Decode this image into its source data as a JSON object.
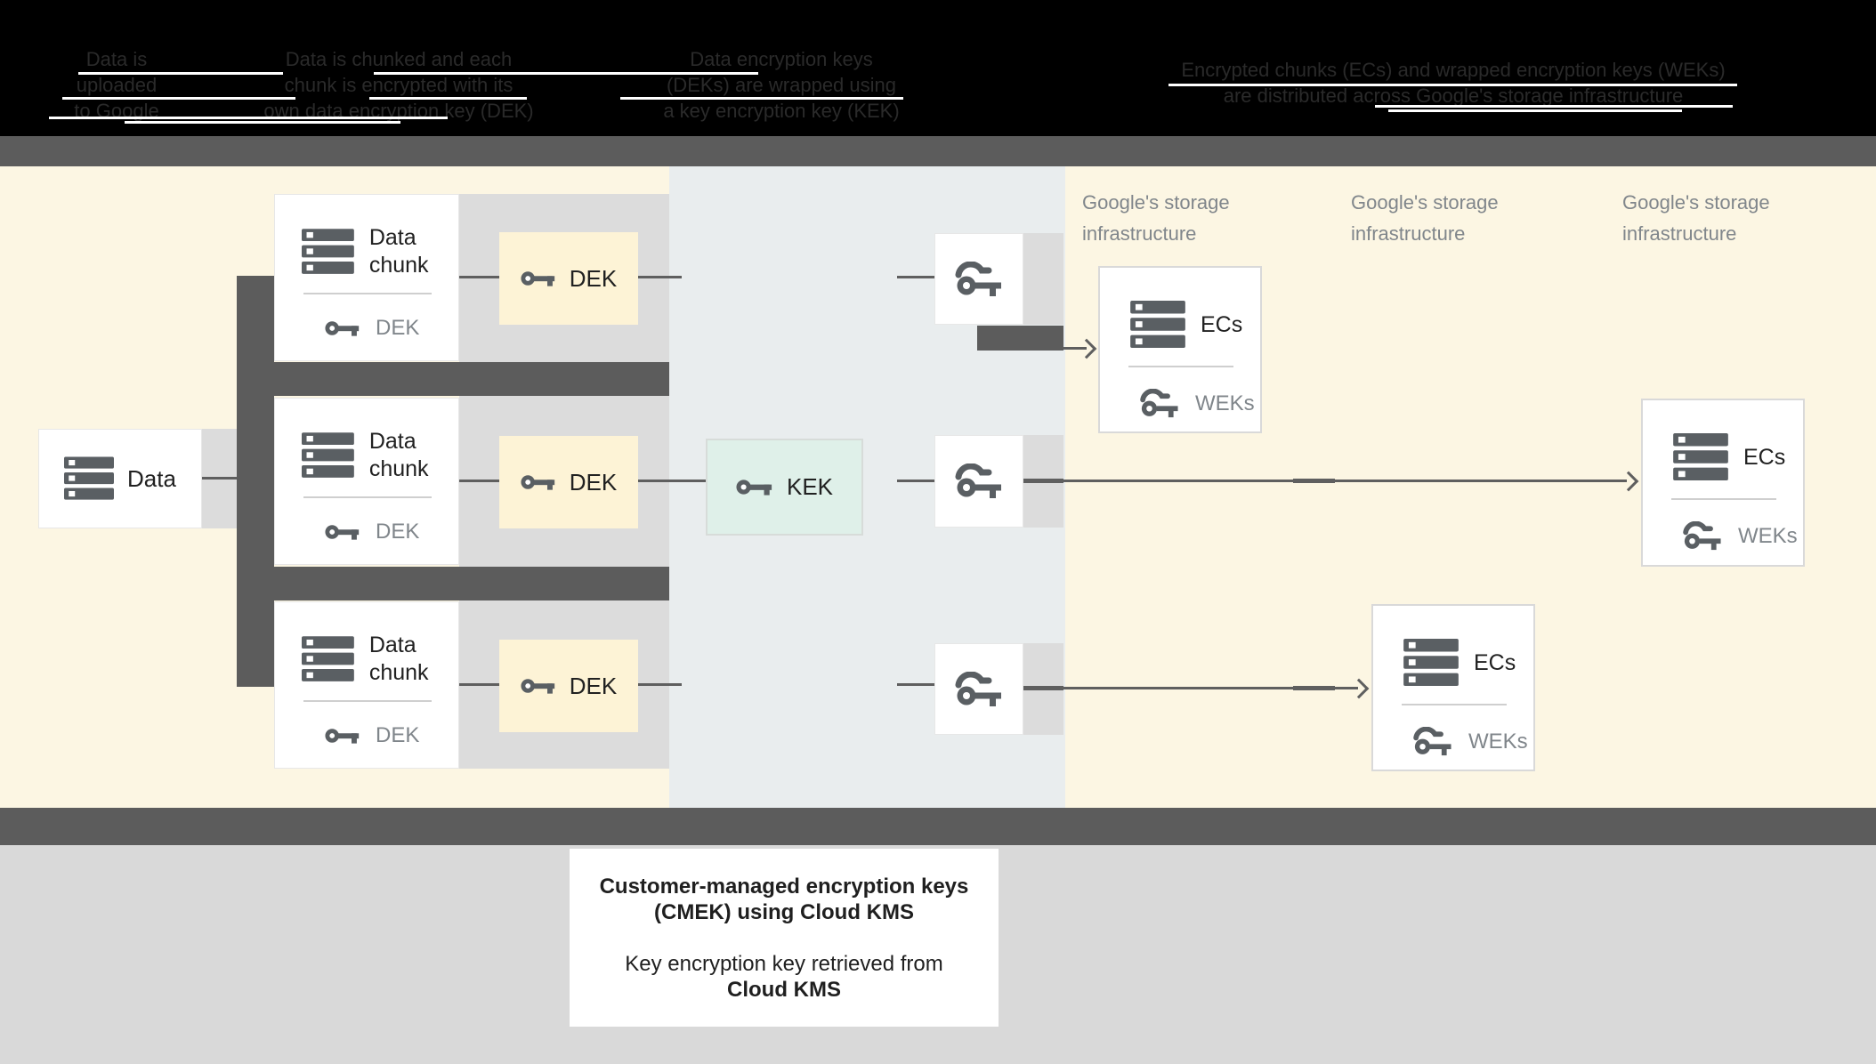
{
  "header": {
    "columns": [
      {
        "lines": [
          "Data is",
          "uploaded",
          "to Google"
        ]
      },
      {
        "lines": [
          "Data is chunked and each",
          "chunk is encrypted with its",
          "own data encryption key (DEK)"
        ]
      },
      {
        "lines": [
          "Data encryption keys",
          "(DEKs) are wrapped using",
          "a key encryption key (KEK)"
        ]
      },
      {
        "lines": [
          "Encrypted chunks (ECs) and wrapped encryption keys (WEKs)",
          "are distributed across Google's storage infrastructure"
        ]
      }
    ]
  },
  "source": {
    "label": "Data"
  },
  "chunk_card": {
    "title": "Data chunk",
    "key_label": "DEK"
  },
  "dek_box": {
    "label": "DEK"
  },
  "kek_box": {
    "label": "KEK"
  },
  "storage_label": {
    "line1": "Google's storage",
    "line2": "infrastructure"
  },
  "ecs_box": {
    "title": "ECs",
    "key_label": "WEKs"
  },
  "caption": {
    "line1": "Customer-managed encryption keys",
    "line2": "(CMEK) using Cloud KMS",
    "line3": "Key encryption key retrieved from",
    "line4": "Cloud KMS"
  },
  "icons": {
    "storage": "storage-stack-icon",
    "key": "key-icon",
    "wrapped_key": "wrapped-key-icon"
  },
  "colors": {
    "bg-yellow": "#fcf6e3",
    "bg-blue": "#e9edee",
    "bg-cream": "#fdf3d6",
    "bg-mint": "#dff0e9",
    "dark": "#5c5c5c",
    "band": "#dcdcdc",
    "icon": "#5a5f63",
    "text": "#212121",
    "graytext": "#80868b",
    "bottom": "#d9d9d9",
    "line": "#5f5f5f",
    "header-text": "#2a2a2a"
  }
}
